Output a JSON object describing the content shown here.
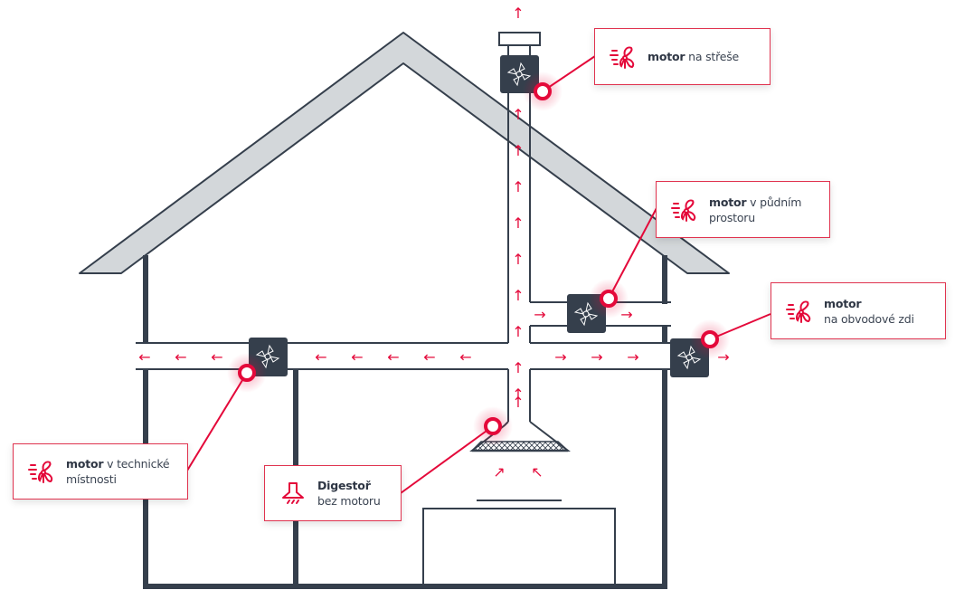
{
  "diagram": {
    "title": "Odsávání digestoře – umístění motoru",
    "colors": {
      "accent": "#e4093a",
      "structure": "#353f4c",
      "roof_fill": "#d3d7da",
      "fan_box": "#353f4c"
    },
    "callouts": [
      {
        "id": "roof",
        "bold": "motor",
        "text": " na střeše",
        "line2": "",
        "icon": "fan-icon"
      },
      {
        "id": "attic",
        "bold": "motor",
        "text": " v půdním",
        "line2": "prostoru",
        "icon": "fan-icon"
      },
      {
        "id": "wall",
        "bold": "motor",
        "text": "",
        "line2": "na obvodové zdi",
        "icon": "fan-icon"
      },
      {
        "id": "technical",
        "bold": "motor",
        "text": " v technické",
        "line2": "místnosti",
        "icon": "fan-icon"
      },
      {
        "id": "hood",
        "bold": "Digestoř",
        "text": "",
        "line2": "bez motoru",
        "icon": "hood-icon"
      }
    ],
    "airflow": {
      "arrow_up": "↑",
      "arrow_left": "←",
      "arrow_right": "→",
      "arrow_in_left": "↗",
      "arrow_in_right": "↖"
    }
  }
}
